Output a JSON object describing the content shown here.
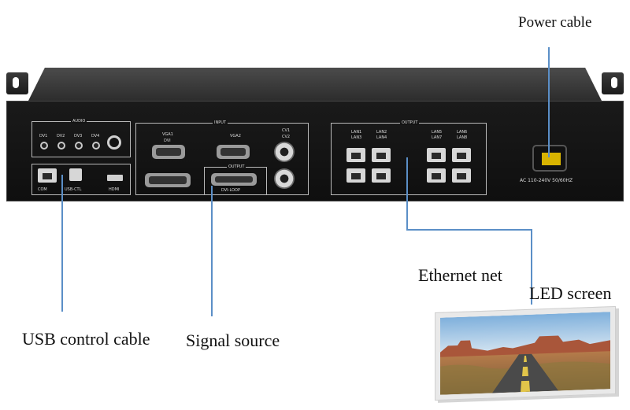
{
  "callouts": {
    "power_cable": "Power cable",
    "ethernet_net": "Ethernet net",
    "led_screen": "LED screen",
    "usb_control_cable": "USB control cable",
    "signal_source": "Signal source"
  },
  "device_labels": {
    "audio": "AUDIO",
    "input": "INPUT",
    "output_top": "OUTPUT",
    "output_mid": "OUTPUT",
    "dvi1": "DV1",
    "dvi2": "DV2",
    "dvi3": "DV3",
    "dvi4": "DV4",
    "vga1": "VGA1",
    "dvi": "DVI",
    "vga2": "VGA2",
    "cv1": "CV1",
    "cv2": "CV2",
    "lan1": "LAN1",
    "lan2": "LAN2",
    "lan3": "LAN3",
    "lan4": "LAN4",
    "lan5": "LAN5",
    "lan6": "LAN6",
    "lan7": "LAN7",
    "lan8": "LAN8",
    "com": "COM",
    "usb_ctl": "USB-CTL",
    "hdmi": "HDMI",
    "dvi_loop": "DVI-LOOP",
    "ac_rating": "AC 110-240V 50/60HZ"
  },
  "colors": {
    "line": "#5b8fc7",
    "device": "#151515"
  }
}
